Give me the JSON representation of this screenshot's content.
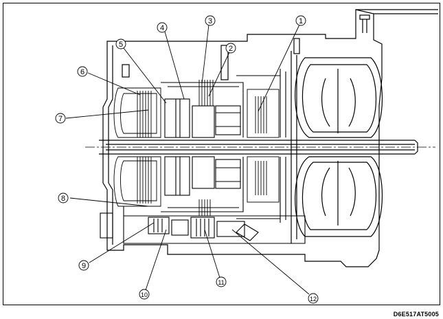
{
  "diagram": {
    "callouts": [
      {
        "id": "c1",
        "label": "1"
      },
      {
        "id": "c2",
        "label": "2"
      },
      {
        "id": "c3",
        "label": "3"
      },
      {
        "id": "c4",
        "label": "4"
      },
      {
        "id": "c5",
        "label": "5"
      },
      {
        "id": "c6",
        "label": "6"
      },
      {
        "id": "c7",
        "label": "7"
      },
      {
        "id": "c8",
        "label": "8"
      },
      {
        "id": "c9",
        "label": "9"
      },
      {
        "id": "c10",
        "label": "10"
      },
      {
        "id": "c11",
        "label": "11"
      },
      {
        "id": "c12",
        "label": "12"
      }
    ],
    "code": "D6E517AT5005",
    "colors": {
      "line": "#000000",
      "background": "#ffffff"
    }
  }
}
